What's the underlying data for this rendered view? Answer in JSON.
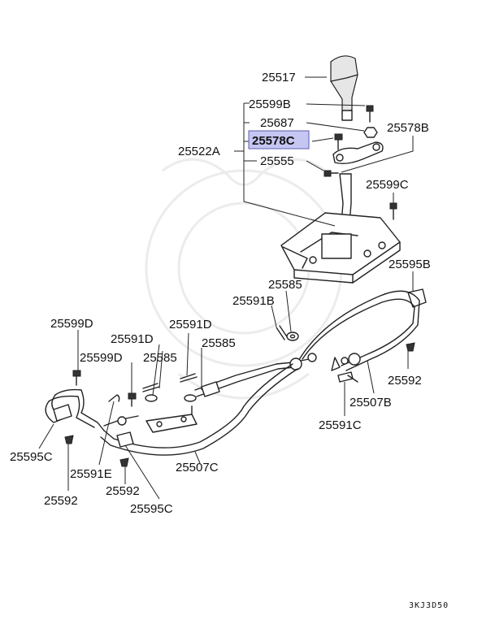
{
  "diagram": {
    "watermark": "crest-logo",
    "highlight_color": "#c5c6f2",
    "labels": {
      "l25517": "25517",
      "l25599B": "25599B",
      "l25687": "25687",
      "l25578C_hl": "25578C",
      "l25578B": "25578B",
      "l25522A": "25522A",
      "l25555": "25555",
      "l25599C": "25599C",
      "l25595B": "25595B",
      "l25585_top": "25585",
      "l25591B": "25591B",
      "l25599D_left": "25599D",
      "l25591D_a": "25591D",
      "l25591D_b": "25591D",
      "l25599D_mid": "25599D",
      "l25585_mid": "25585",
      "l25585_right": "25585",
      "l25592_right": "25592",
      "l25507B": "25507B",
      "l25591C": "25591C",
      "l25595C_left": "25595C",
      "l25507C": "25507C",
      "l25591E": "25591E",
      "l25592_left": "25592",
      "l25592_mid": "25592",
      "l25595C_bottom": "25595C"
    },
    "figure_code": "3KJ3D50"
  }
}
